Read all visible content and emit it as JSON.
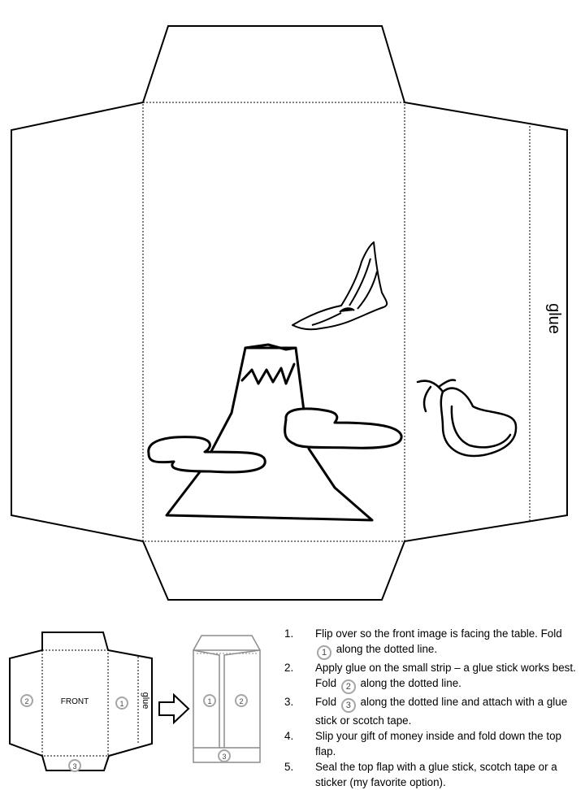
{
  "template": {
    "glue_label": "glue"
  },
  "diagram": {
    "front_label": "FRONT",
    "glue_label": "glue",
    "fold_numbers": [
      "1",
      "2",
      "3"
    ]
  },
  "instructions": [
    {
      "num": "1.",
      "text_a": "Flip over so the front image is facing the table. Fold",
      "fold": "1",
      "text_b": "along the dotted line."
    },
    {
      "num": "2.",
      "text_a": "Apply glue on the small strip – a glue stick works best.  Fold",
      "fold": "2",
      "text_b": "along the dotted line."
    },
    {
      "num": "3.",
      "text_a": "Fold",
      "fold": "3",
      "text_b": "along the dotted line and attach with a glue stick or scotch tape."
    },
    {
      "num": "4.",
      "text_a": "Slip your gift of money inside and fold down the top flap."
    },
    {
      "num": "5.",
      "text_a": "Seal the top flap with a glue stick, scotch tape or a sticker (my favorite option)."
    }
  ]
}
